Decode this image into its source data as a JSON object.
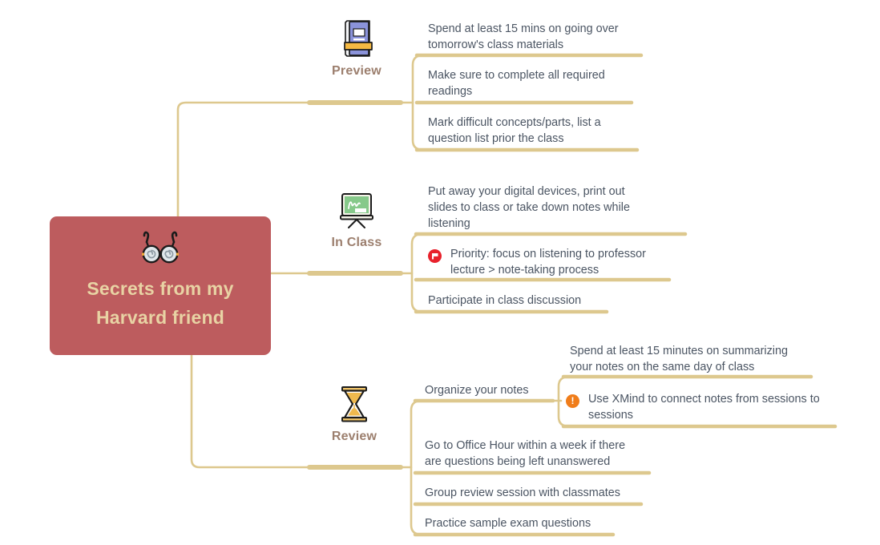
{
  "central": {
    "title_line1": "Secrets from my",
    "title_line2": "Harvard friend",
    "title_full": "Secrets from my Harvard friend",
    "icon": "glasses-icon",
    "fill_color": "#bd5c5e",
    "text_color": "#e8d3a4"
  },
  "theme": {
    "connector_color": "#ddc88e",
    "connector_thin_color": "#e2d0a0",
    "topic_text_color": "#4b5563",
    "branch_label_color": "#9c7f6e",
    "background": "#ffffff",
    "marker_priority_color": "#e8222c",
    "marker_warning_color": "#f07d1a"
  },
  "branches": [
    {
      "label": "Preview",
      "icon": "book-icon",
      "topics": [
        {
          "id": "preview-1",
          "text": "Spend at least 15 mins on going over tomorrow's class materials",
          "marker": null
        },
        {
          "id": "preview-2",
          "text": "Make sure to complete all required readings",
          "marker": null
        },
        {
          "id": "preview-3",
          "text": "Mark difficult concepts/parts, list a question list prior the class",
          "marker": null
        }
      ]
    },
    {
      "label": "In Class",
      "icon": "blackboard-icon",
      "topics": [
        {
          "id": "inclass-1",
          "text": "Put away your digital devices, print out slides to class or take down notes while listening",
          "marker": null
        },
        {
          "id": "inclass-2",
          "text": "Priority: focus on listening to professor lecture > note-taking process",
          "marker": "priority-flag-marker"
        },
        {
          "id": "inclass-3",
          "text": "Participate in class discussion",
          "marker": null
        }
      ]
    },
    {
      "label": "Review",
      "icon": "hourglass-icon",
      "topics": [
        {
          "id": "review-1",
          "text": "Organize your notes",
          "marker": null,
          "children": [
            {
              "id": "review-1-1",
              "text": "Spend at least 15 minutes on summarizing your notes on the same day of class",
              "marker": null
            },
            {
              "id": "review-1-2",
              "text": "Use XMind to connect notes from sessions to sessions",
              "marker": "warning-marker"
            }
          ]
        },
        {
          "id": "review-2",
          "text": "Go to Office Hour within a week if there are questions being left unanswered",
          "marker": null
        },
        {
          "id": "review-3",
          "text": "Group review session with classmates",
          "marker": null
        },
        {
          "id": "review-4",
          "text": "Practice sample exam questions",
          "marker": null
        }
      ]
    }
  ]
}
